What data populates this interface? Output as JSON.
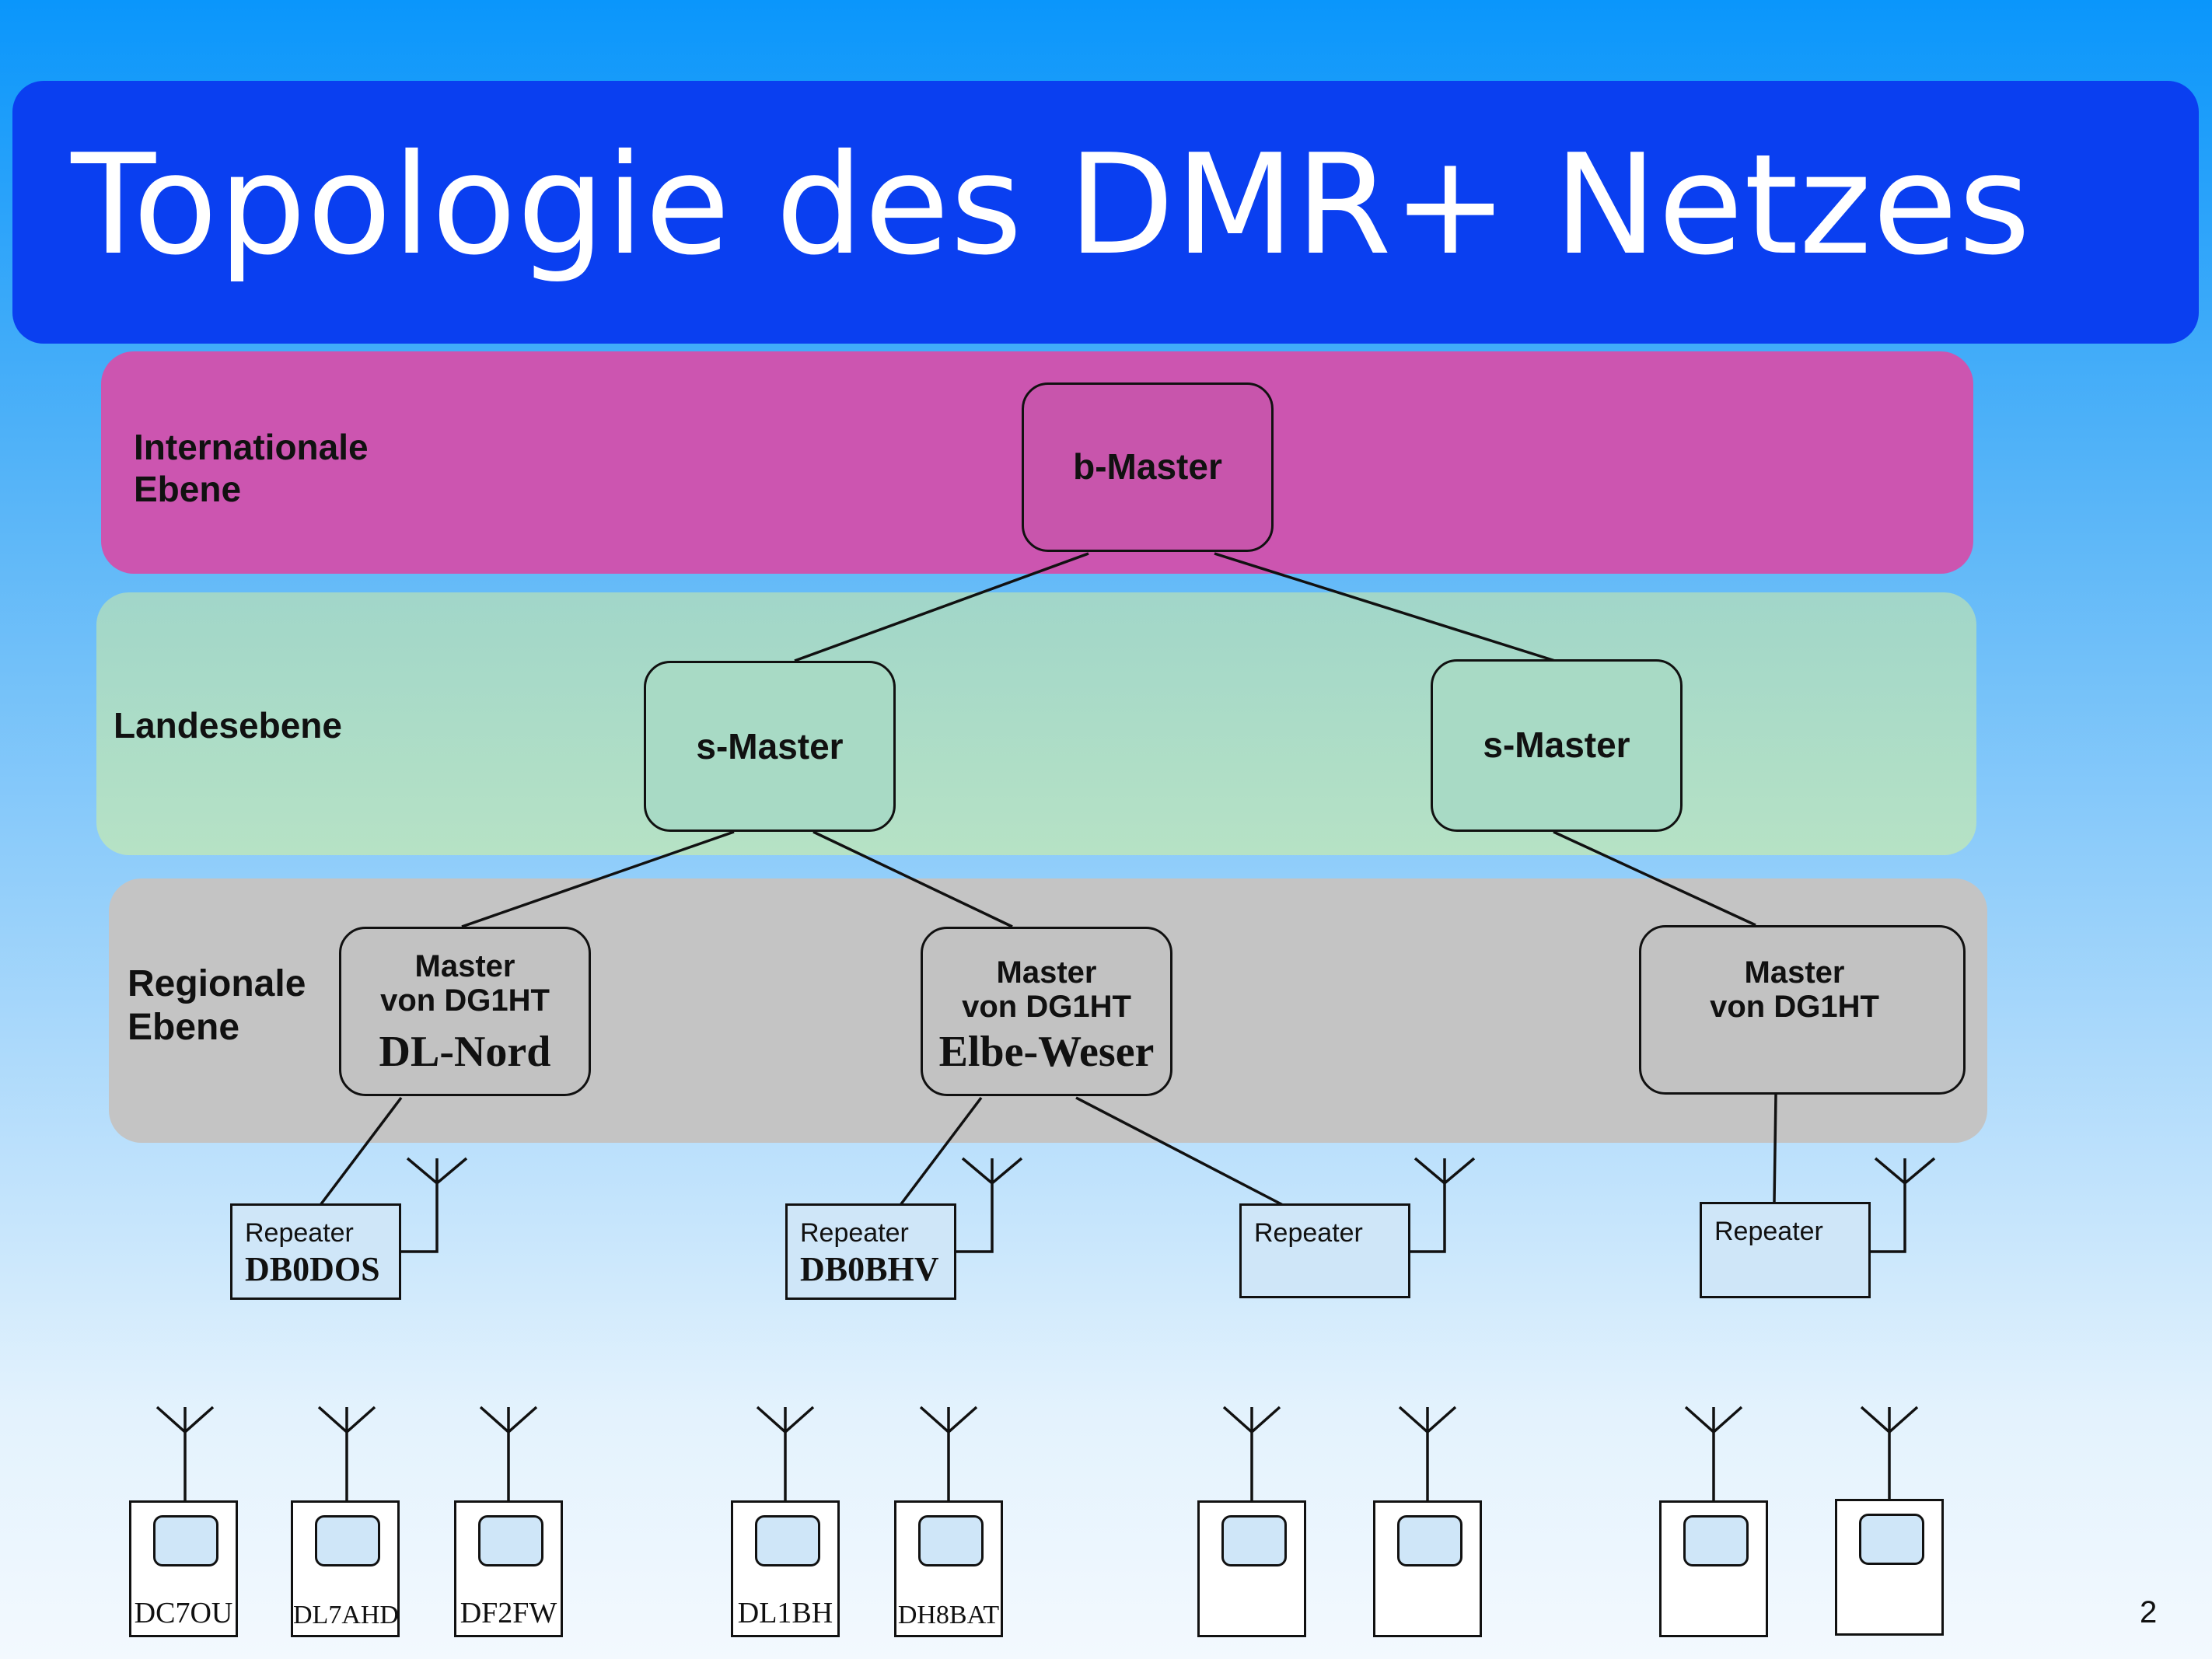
{
  "title": "Topologie des DMR+ Netzes",
  "levels": {
    "international": "Internationale\nEbene",
    "national": "Landesebene",
    "regional": "Regionale\nEbene"
  },
  "nodes": {
    "b_master": "b-Master",
    "s_master_left": "s-Master",
    "s_master_right": "s-Master",
    "master_1": {
      "label": "Master\nvon DG1HT",
      "region": "DL-Nord"
    },
    "master_2": {
      "label": "Master\nvon DG1HT",
      "region": "Elbe-Weser"
    },
    "master_3": {
      "label": "Master\nvon DG1HT"
    }
  },
  "repeaters": [
    {
      "label": "Repeater",
      "call": "DB0DOS"
    },
    {
      "label": "Repeater",
      "call": "DB0BHV"
    },
    {
      "label": "Repeater",
      "call": ""
    },
    {
      "label": "Repeater",
      "call": ""
    }
  ],
  "radios": [
    "DC7OU",
    "DL7AHD",
    "DF2FW",
    "DL1BH",
    "DH8BAT",
    "",
    "",
    "",
    ""
  ],
  "page_number": "2",
  "colors": {
    "title_bar": "#0a3ff0",
    "international_band": "#cc55b0",
    "national_band": "#a1d6c9",
    "regional_band": "#c4c4c4",
    "repeater_fill": "#cfe6f8"
  }
}
